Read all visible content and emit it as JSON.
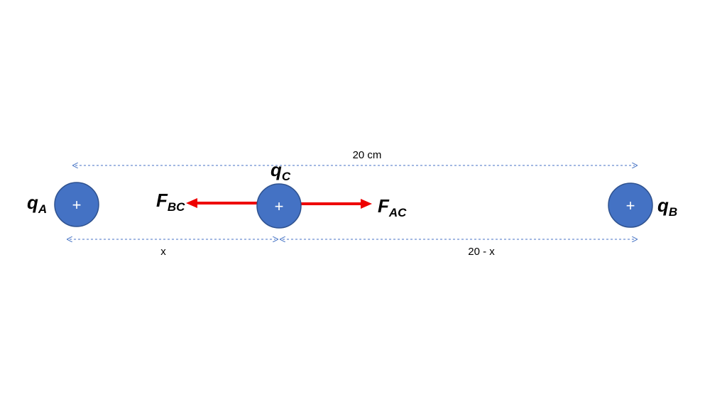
{
  "colors": {
    "charge_fill": "#4472c4",
    "charge_stroke": "#2f528f",
    "force_arrow": "#ee0000",
    "dimension_line": "#4472c4"
  },
  "charges": {
    "a": {
      "sign": "+",
      "symbol": "q",
      "subscript": "A"
    },
    "b": {
      "sign": "+",
      "symbol": "q",
      "subscript": "B"
    },
    "c": {
      "sign": "+",
      "symbol": "q",
      "subscript": "C"
    }
  },
  "forces": {
    "bc": {
      "symbol": "F",
      "subscript": "BC"
    },
    "ac": {
      "symbol": "F",
      "subscript": "AC"
    }
  },
  "dimensions": {
    "total": "20 cm",
    "ac_distance": "x",
    "cb_distance": "20 - x"
  }
}
